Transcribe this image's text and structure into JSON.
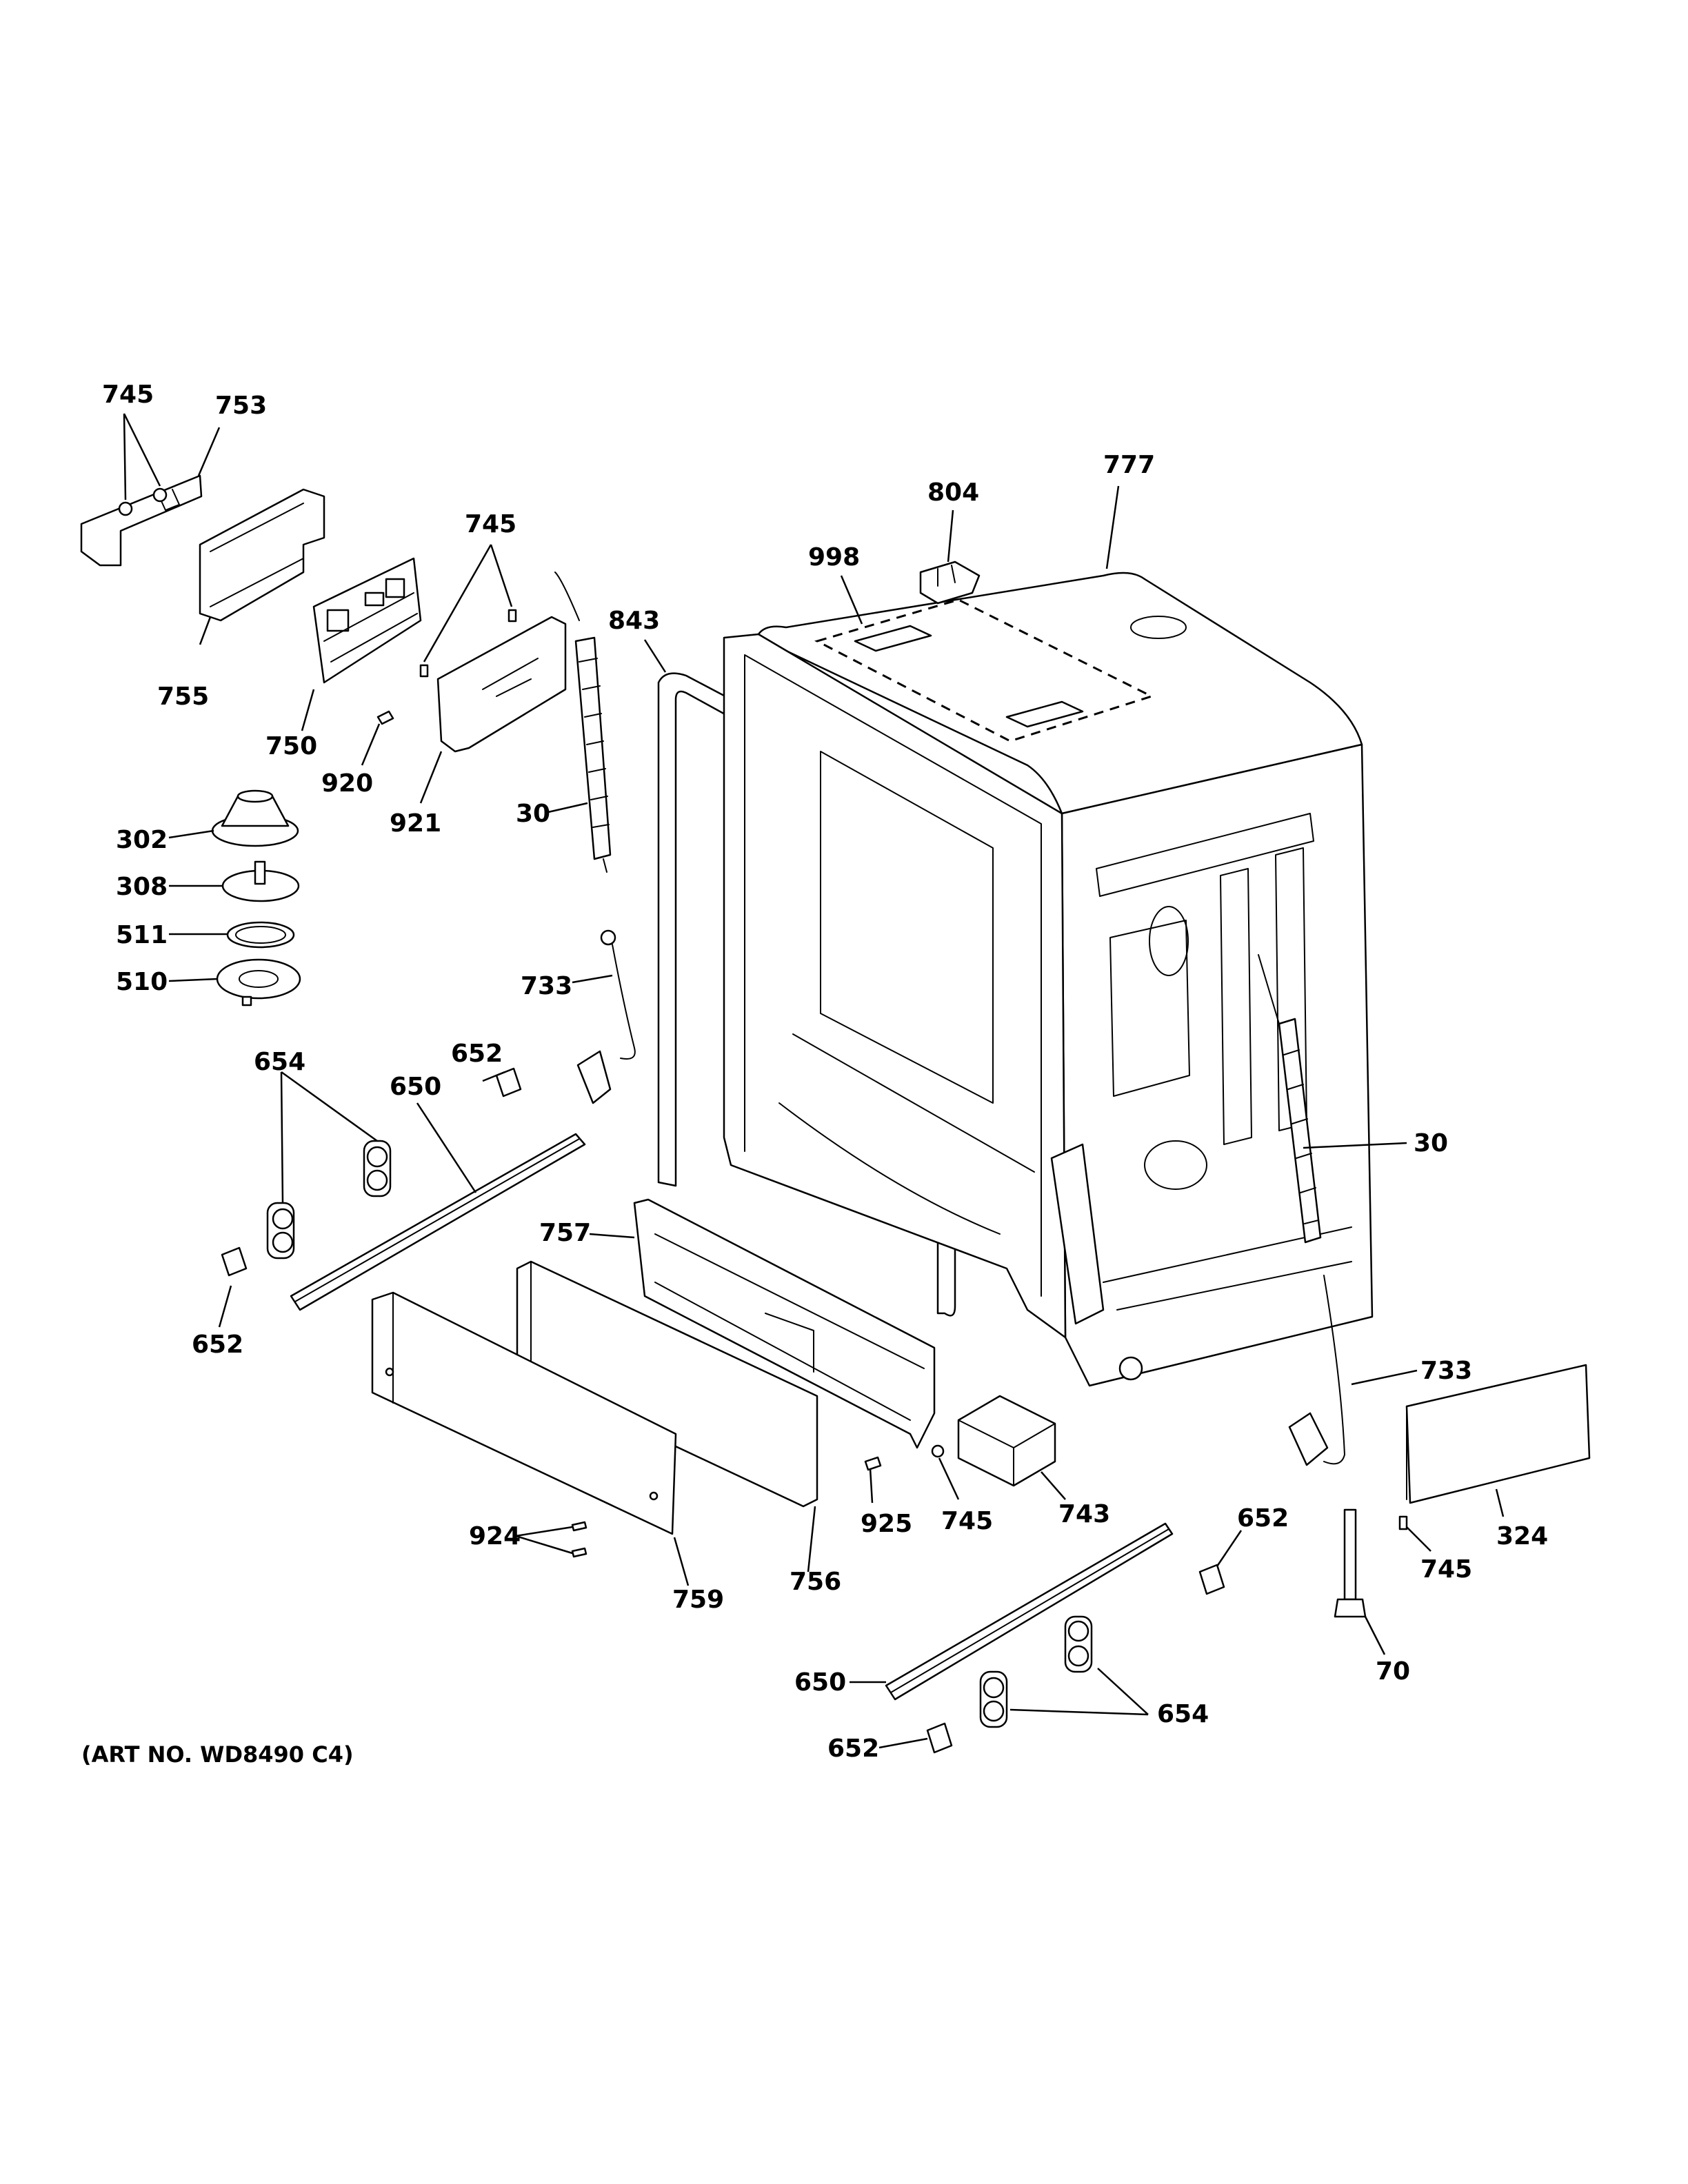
{
  "art_number": "(ART NO. WD8490 C4)",
  "callouts": [
    {
      "id": "c1",
      "label": "745"
    },
    {
      "id": "c2",
      "label": "753"
    },
    {
      "id": "c3",
      "label": "755"
    },
    {
      "id": "c4",
      "label": "750"
    },
    {
      "id": "c5",
      "label": "745"
    },
    {
      "id": "c6",
      "label": "920"
    },
    {
      "id": "c7",
      "label": "921"
    },
    {
      "id": "c8",
      "label": "30"
    },
    {
      "id": "c9",
      "label": "843"
    },
    {
      "id": "c10",
      "label": "998"
    },
    {
      "id": "c11",
      "label": "804"
    },
    {
      "id": "c12",
      "label": "777"
    },
    {
      "id": "c13",
      "label": "302"
    },
    {
      "id": "c14",
      "label": "308"
    },
    {
      "id": "c15",
      "label": "511"
    },
    {
      "id": "c16",
      "label": "510"
    },
    {
      "id": "c17",
      "label": "733"
    },
    {
      "id": "c18",
      "label": "654"
    },
    {
      "id": "c19",
      "label": "652"
    },
    {
      "id": "c20",
      "label": "650"
    },
    {
      "id": "c21",
      "label": "652"
    },
    {
      "id": "c22",
      "label": "757"
    },
    {
      "id": "c23",
      "label": "30"
    },
    {
      "id": "c24",
      "label": "733"
    },
    {
      "id": "c25",
      "label": "925"
    },
    {
      "id": "c26",
      "label": "745"
    },
    {
      "id": "c27",
      "label": "743"
    },
    {
      "id": "c28",
      "label": "924"
    },
    {
      "id": "c29",
      "label": "759"
    },
    {
      "id": "c30",
      "label": "756"
    },
    {
      "id": "c31",
      "label": "652"
    },
    {
      "id": "c32",
      "label": "745"
    },
    {
      "id": "c33",
      "label": "324"
    },
    {
      "id": "c34",
      "label": "70"
    },
    {
      "id": "c35",
      "label": "650"
    },
    {
      "id": "c36",
      "label": "654"
    },
    {
      "id": "c37",
      "label": "652"
    }
  ]
}
